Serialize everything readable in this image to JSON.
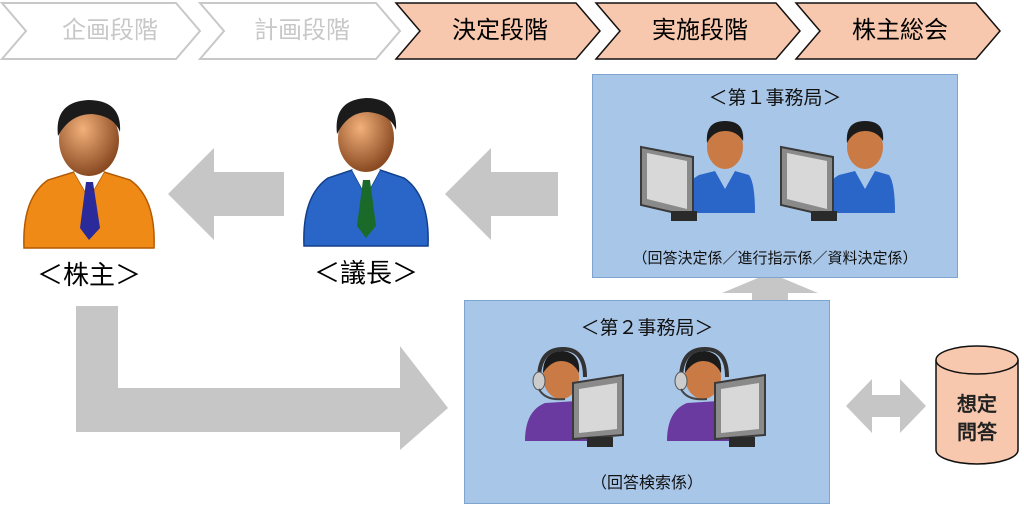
{
  "process_steps": [
    {
      "label": "企画段階",
      "state": "inactive"
    },
    {
      "label": "計画段階",
      "state": "inactive"
    },
    {
      "label": "決定段階",
      "state": "active"
    },
    {
      "label": "実施段階",
      "state": "active"
    },
    {
      "label": "株主総会",
      "state": "active"
    }
  ],
  "actors": {
    "shareholder": {
      "label": "＜株主＞",
      "icon": "shareholder-person-icon"
    },
    "chairman": {
      "label": "＜議長＞",
      "icon": "chairman-person-icon"
    }
  },
  "office1": {
    "title": "＜第１事務局＞",
    "roles": "（回答決定係／進行指示係／資料決定係）",
    "icon": "staff-at-computer-icon"
  },
  "office2": {
    "title": "＜第２事務局＞",
    "roles": "（回答検索係）",
    "icon": "operator-headset-computer-icon"
  },
  "database": {
    "line1": "想定",
    "line2": "問答",
    "icon": "database-cylinder-icon"
  },
  "colors": {
    "active_step_fill": "#f8c8ae",
    "inactive_step_fill": "#ffffff",
    "inactive_step_border": "#c8c8c8",
    "office_fill": "#a8c6e8",
    "arrow": "#c6c6c6",
    "db_fill": "#f8c8ae"
  }
}
